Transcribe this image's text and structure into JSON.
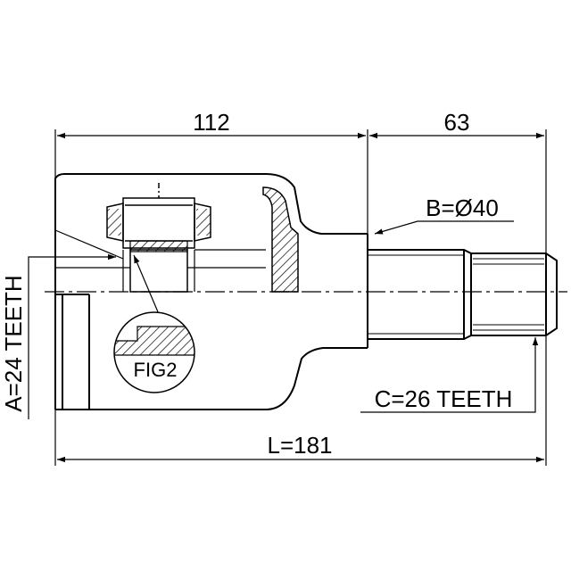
{
  "drawing": {
    "dim_left": "112",
    "dim_right": "63",
    "diameter": "B=Ø40",
    "spline_outer": "C=26 TEETH",
    "overall_length": "L=181",
    "spline_inner": "A=24 TEETH",
    "detail_ref": "FIG2"
  },
  "colors": {
    "line": "#000000",
    "background": "#ffffff"
  }
}
